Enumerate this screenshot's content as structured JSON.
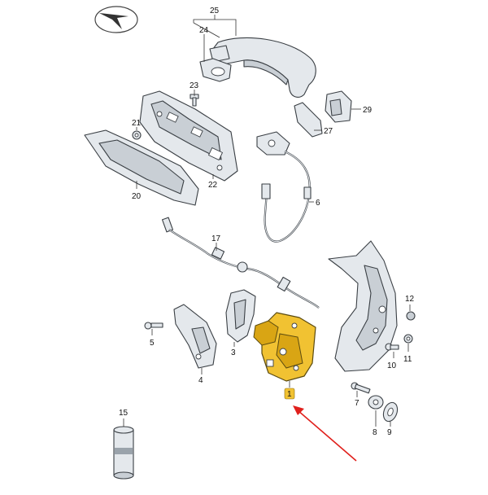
{
  "labels": {
    "p1": "1",
    "p3": "3",
    "p4": "4",
    "p5": "5",
    "p6": "6",
    "p7": "7",
    "p8": "8",
    "p9": "9",
    "p10": "10",
    "p11": "11",
    "p12": "12",
    "p15": "15",
    "p17": "17",
    "p20": "20",
    "p21": "21",
    "p22": "22",
    "p23": "23",
    "p24": "24",
    "p25": "25",
    "p27": "27",
    "p29": "29"
  },
  "colors": {
    "highlight": "#f1c232",
    "arrow": "#e0201c",
    "part_fill": "#e4e8ec",
    "outline": "#3a3f44"
  },
  "icons": {
    "logo": "compass-arrow-logo",
    "pointer": "red-arrow-icon"
  }
}
